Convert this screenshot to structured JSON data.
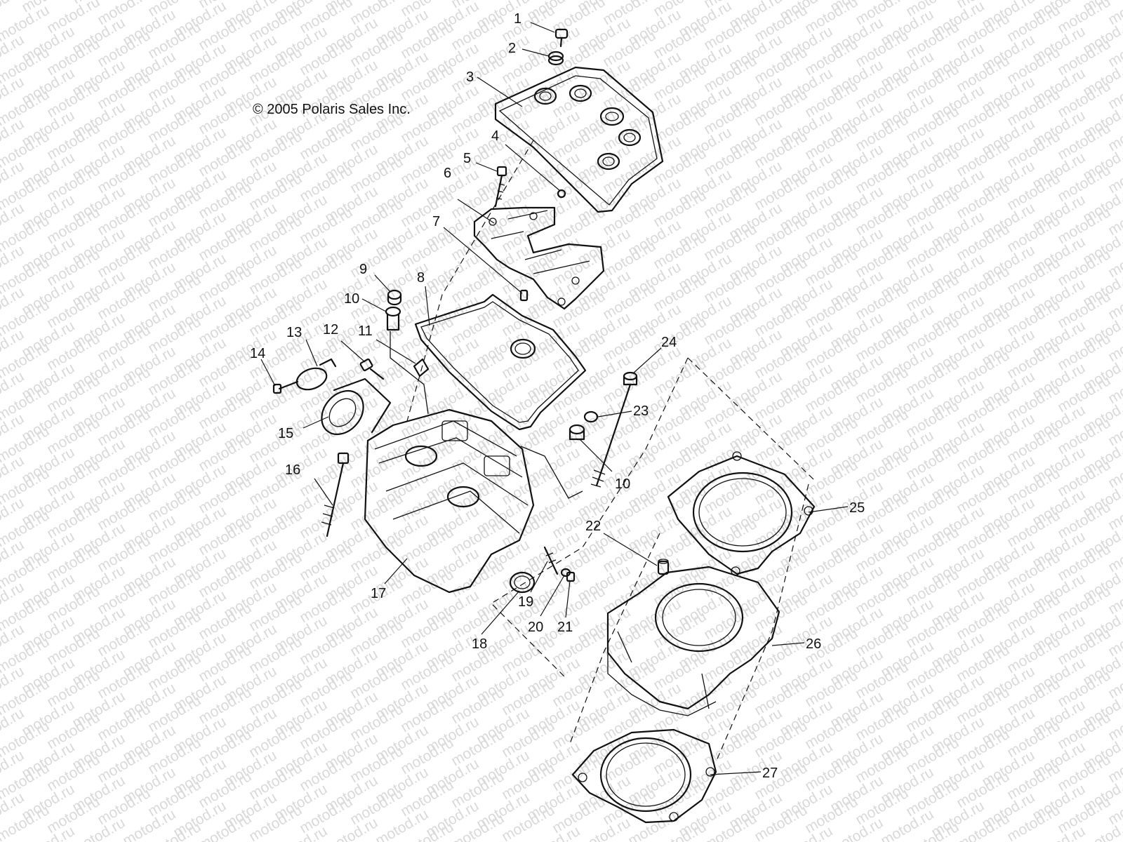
{
  "copyright": "© 2005 Polaris Sales Inc.",
  "watermark": "motod.ru",
  "callouts": [
    "1",
    "2",
    "3",
    "4",
    "5",
    "6",
    "7",
    "8",
    "9",
    "10",
    "11",
    "12",
    "13",
    "14",
    "15",
    "16",
    "17",
    "18",
    "19",
    "20",
    "21",
    "22",
    "23",
    "24",
    "25",
    "26",
    "27"
  ],
  "callout_10_second": "10",
  "colors": {
    "line": "#111111",
    "watermark": "#d9d9d9",
    "background": "#ffffff"
  }
}
